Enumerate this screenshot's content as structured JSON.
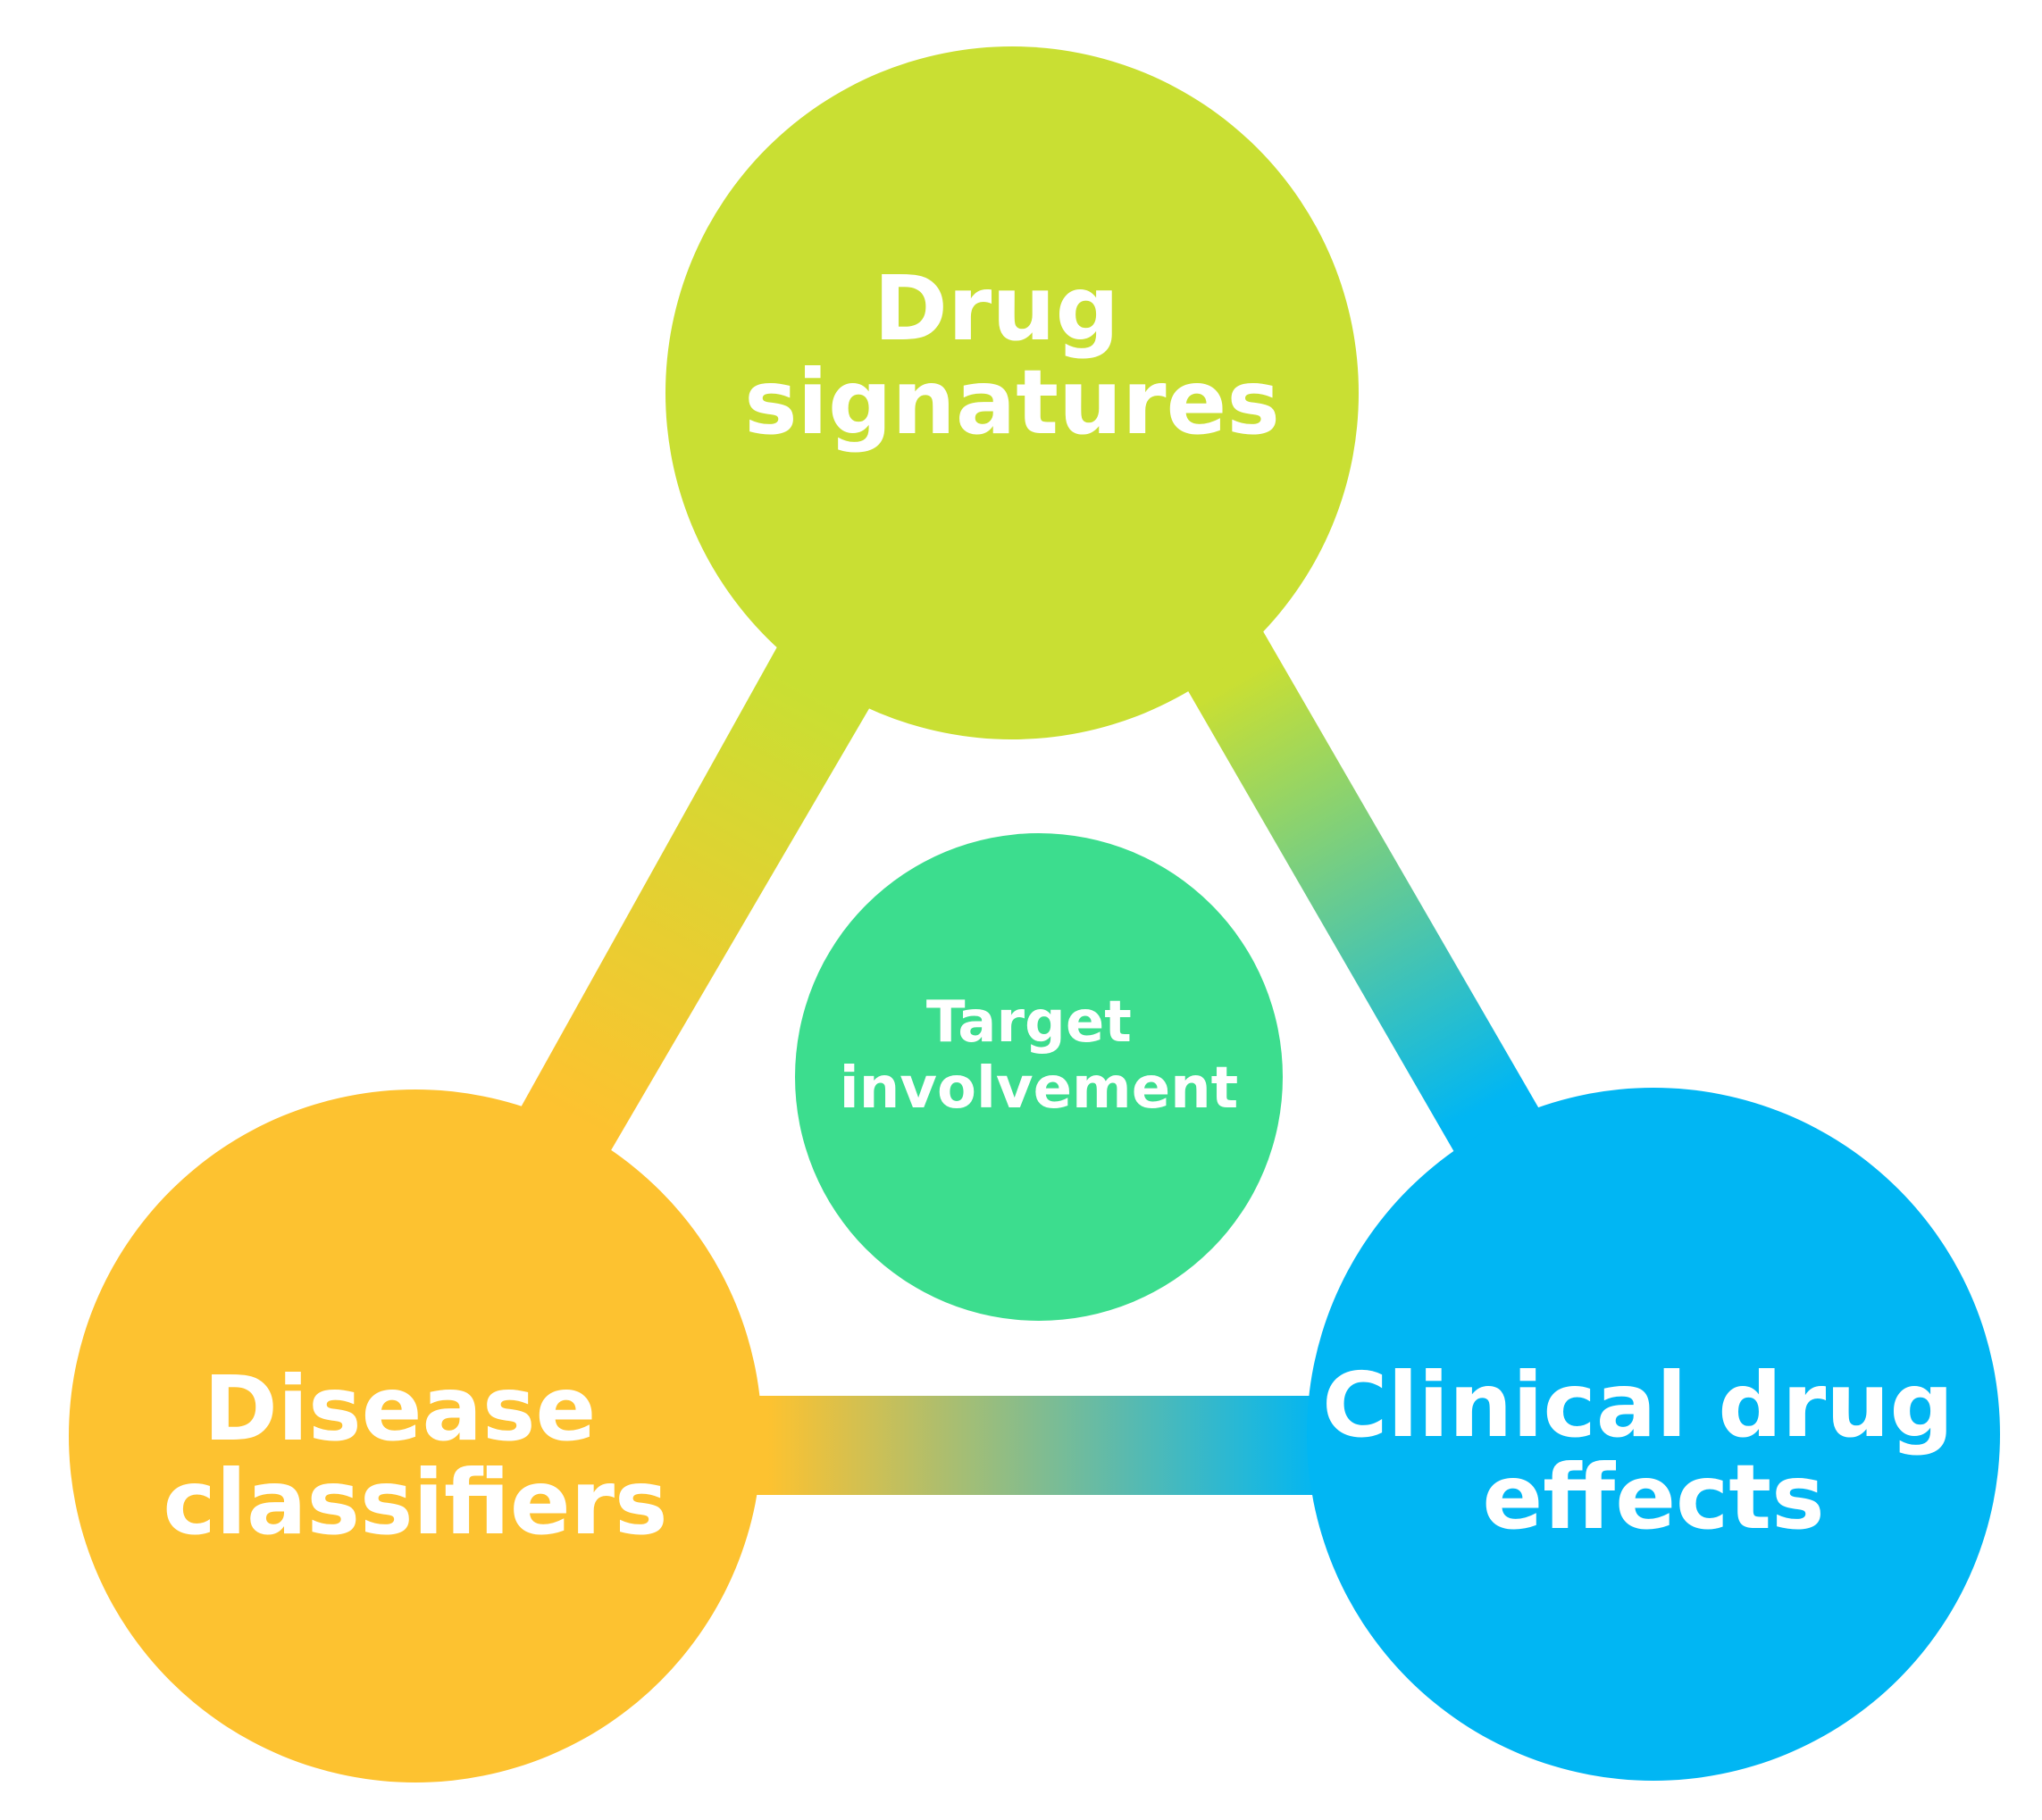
{
  "colors": {
    "background": "#ffffff",
    "drug_signatures": "#c9df33",
    "disease_classifiers": "#fdc230",
    "clinical_drug_effects": "#01b6f3",
    "target_involvement": "#3cdd8e",
    "label_text": "#ffffff"
  },
  "nodes": {
    "drug_signatures": {
      "line1": "Drug",
      "line2": "signatures"
    },
    "disease_classifiers": {
      "line1": "Disease",
      "line2": "classifiers"
    },
    "clinical_drug_effects": {
      "line1": "Clinical drug",
      "line2": "effects"
    },
    "target_involvement": {
      "line1": "Target",
      "line2": "involvement"
    }
  }
}
